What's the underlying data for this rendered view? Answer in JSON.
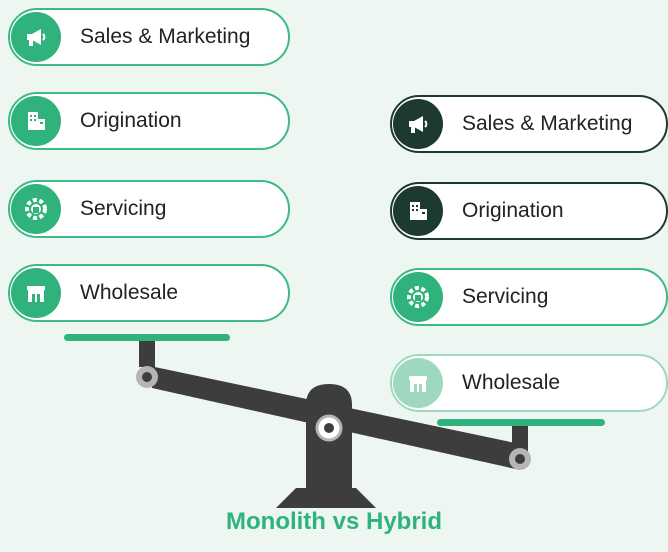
{
  "left": {
    "items": [
      {
        "label": "Sales & Marketing",
        "icon": "megaphone-icon"
      },
      {
        "label": "Origination",
        "icon": "building-icon"
      },
      {
        "label": "Servicing",
        "icon": "gear-icon"
      },
      {
        "label": "Wholesale",
        "icon": "store-icon"
      }
    ]
  },
  "right": {
    "items": [
      {
        "label": "Sales & Marketing",
        "icon": "megaphone-icon"
      },
      {
        "label": "Origination",
        "icon": "building-icon"
      },
      {
        "label": "Servicing",
        "icon": "gear-icon"
      },
      {
        "label": "Wholesale",
        "icon": "store-icon"
      }
    ]
  },
  "title": "Monolith vs Hybrid",
  "colors": {
    "accent": "#2fb27c",
    "dark": "#1d3a2e",
    "light": "#9fd8c1",
    "beam": "#3d3d3d"
  }
}
